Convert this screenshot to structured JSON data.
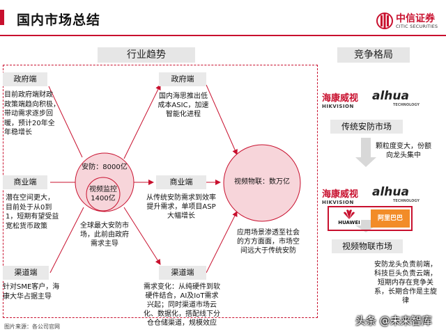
{
  "header": {
    "title": "国内市场总结",
    "logo_name": "中信证券",
    "logo_sub": "CITIC SECURITIES"
  },
  "sections": {
    "trend": "行业趋势",
    "competition": "竞争格局"
  },
  "left": {
    "gov": {
      "label": "政府端",
      "text": [
        "目前政府端财政",
        "政策端趋向积极，",
        "带动需求逐步回",
        "暖，预计20年全",
        "年稳增长"
      ]
    },
    "biz": {
      "label": "商业端",
      "text": [
        "潜在空间更大，",
        "目前处于从0到",
        "1，短期有望受益",
        "宽松货币政策"
      ]
    },
    "channel": {
      "label": "渠道端",
      "text": [
        "针对SME客户，海",
        "康大华占据主导"
      ]
    }
  },
  "center": {
    "security_market": "安防：8000亿",
    "video_surveillance": [
      "视频监控",
      "1400亿"
    ],
    "caption": [
      "全球最大安防市",
      "场，此前由政府",
      "需求主导"
    ]
  },
  "mid": {
    "gov": {
      "label": "政府端",
      "text": [
        "国内海思推出低",
        "成本ASIC，加速",
        "智能化进程"
      ]
    },
    "biz": {
      "label": "商业端",
      "text": [
        "从传统安防需求到效率",
        "提升需求，单项目ASP",
        "大幅增长"
      ]
    },
    "channel": {
      "label": "渠道端",
      "text": [
        "需求变化：从纯硬件到软",
        "硬件结合，AI及IoT需求",
        "兴起；同时渠道市场云",
        "化、数据化，搭配线下分",
        "仓仓储渠道，规模效应"
      ]
    }
  },
  "right_circle": {
    "label": "视频物联：数万亿",
    "caption": [
      "应用场景渗透至社会",
      "的方方面面，市场空",
      "间远大于传统安防"
    ]
  },
  "competition": {
    "traditional_label": "传统安防市场",
    "arrow_caption": [
      "颗粒度变大，份额",
      "向龙头集中"
    ],
    "iot_label": "视频物联市场",
    "bottom_caption": [
      "安防龙头负责前端，",
      "科技巨头负责云端，",
      "短期内存在竞争关",
      "系，长期合作是主旋",
      "律"
    ],
    "logos": {
      "hikvision_cn": "海康威视",
      "hikvision_en": "HIKVISION",
      "dahua": "alhua",
      "dahua_sub": "TECHNOLOGY",
      "huawei": "HUAWEI",
      "alibaba": "阿里巴巴"
    }
  },
  "footer": {
    "source": "图片来源：各公司官网",
    "watermark": "头条 @未来智库"
  },
  "colors": {
    "accent": "#c8102e",
    "circle_fill": "#f7d5da",
    "pill_fill": "#e9e9e9",
    "arrow": "#d8d8d8"
  }
}
